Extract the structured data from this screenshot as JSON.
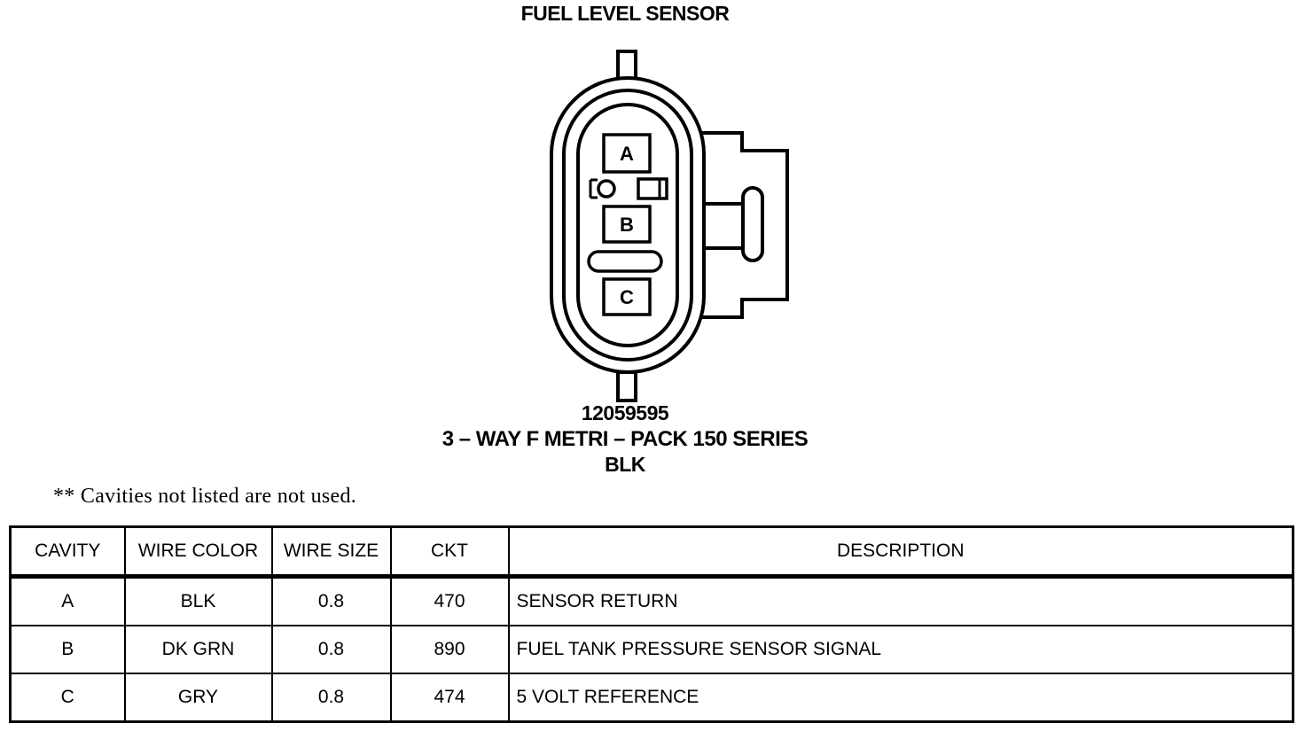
{
  "title": "FUEL LEVEL SENSOR",
  "connector": {
    "part_number": "12059595",
    "type": "3 – WAY F METRI – PACK 150 SERIES",
    "color": "BLK",
    "cavity_labels": [
      "A",
      "B",
      "C"
    ]
  },
  "note": "** Cavities not listed are not used.",
  "table": {
    "headers": [
      "CAVITY",
      "WIRE COLOR",
      "WIRE SIZE",
      "CKT",
      "DESCRIPTION"
    ],
    "rows": [
      [
        "A",
        "BLK",
        "0.8",
        "470",
        "SENSOR RETURN"
      ],
      [
        "B",
        "DK GRN",
        "0.8",
        "890",
        "FUEL TANK PRESSURE SENSOR SIGNAL"
      ],
      [
        "C",
        "GRY",
        "0.8",
        "474",
        "5 VOLT REFERENCE"
      ]
    ]
  }
}
